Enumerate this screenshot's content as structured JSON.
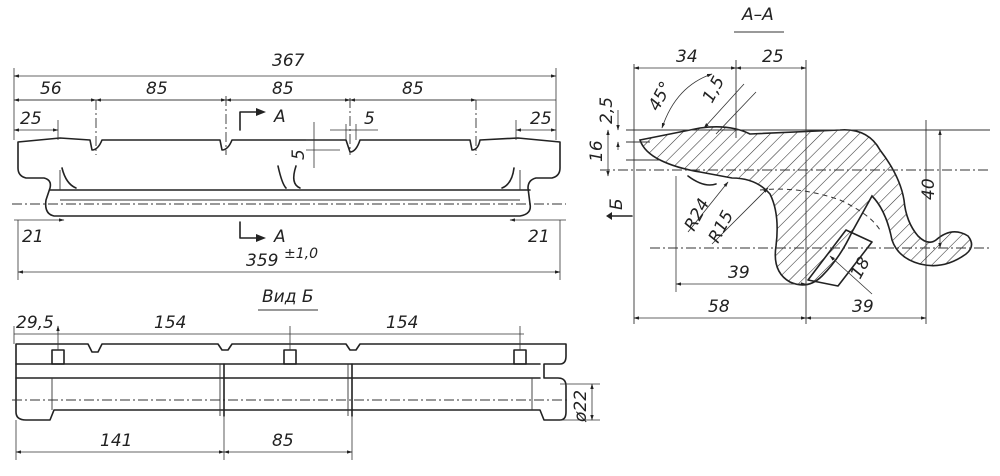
{
  "section_title": "А–А",
  "view_b_title": "Вид Б",
  "view_b_marker": "Б",
  "section_mark": "A",
  "top_view": {
    "overall": "367",
    "segments": [
      "56",
      "85",
      "85",
      "85"
    ],
    "end_left": "25",
    "end_right": "25",
    "notch_width": "5",
    "notch_depth": "5",
    "foot_left": "21",
    "foot_right": "21",
    "base_length": "359",
    "base_tolerance": "±1,0"
  },
  "view_b": {
    "start": "29,5",
    "spacing_1": "154",
    "spacing_2": "154",
    "bottom_1": "141",
    "bottom_2": "85",
    "diameter": "ø22"
  },
  "section": {
    "top_left": "34",
    "top_right": "25",
    "angle": "45°",
    "chamfer": "1,5",
    "offset": "2,5",
    "thickness": "16",
    "height": "40",
    "radius_1": "R24",
    "radius_2": "R15",
    "wall": "18",
    "inner_width": "39",
    "bottom_left": "58",
    "bottom_right": "39"
  }
}
